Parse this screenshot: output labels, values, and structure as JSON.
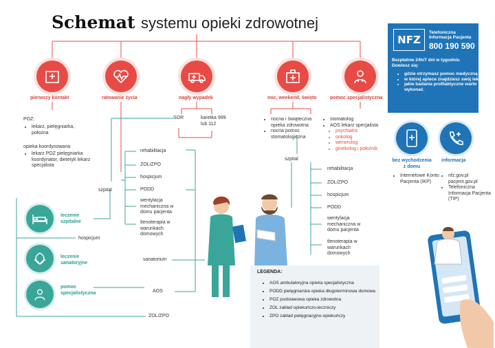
{
  "title": {
    "bold": "Schemat",
    "regular": "systemu opieki  zdrowotnej"
  },
  "top_categories": [
    {
      "label": "pierwszy kontakt",
      "icon": "clinic-icon"
    },
    {
      "label": "ratowanie życia",
      "icon": "heart-pulse-icon"
    },
    {
      "label": "nagły wypadek",
      "icon": "ambulance-icon"
    },
    {
      "label": "noc, weekend, święto",
      "icon": "first-aid-kit-icon"
    },
    {
      "label": "pomoc specjalistyczna",
      "icon": "doctor-icon"
    }
  ],
  "poz": {
    "label": "POZ:",
    "items": [
      "lekarz, pielęgniarka, położna"
    ]
  },
  "koordynowana": {
    "label": "opieka koordynowana",
    "items": [
      "lekarz POZ pielęgniarka koordynator, dietetyk lekarz specjalista"
    ]
  },
  "sor": "SOR",
  "karetka": "karetka 999 lub 112",
  "noc_items": [
    "nocna i świąteczna opieka zdrowotna",
    "nocna pomoc stomatologiczna"
  ],
  "specjalist_items": [
    "stomatolog",
    "AOS lekarz specjalista"
  ],
  "specjalist_sub": [
    "psychiatra",
    "onkolog",
    "wenerolog",
    "ginekolog i położnik"
  ],
  "szpital_left": "szpital",
  "szpital_right": "szpital",
  "left_outcomes": [
    "rehabilitacja",
    "ZOL/ZPO",
    "hospicjum",
    "PODD",
    "wentylacja mechaniczna w domu pacjenta",
    "tlenoterapia w warunkach domowych"
  ],
  "right_outcomes": [
    "rehabilitacja",
    "ZOL/ZPO",
    "hospicjum",
    "PODD",
    "wentylacja mechaniczna w domu pacjenta",
    "tlenoterapia w warunkach domowych"
  ],
  "side_categories": [
    {
      "label": "leczenie szpitalne",
      "icon": "hospital-bed-icon"
    },
    {
      "label": "leczenie sanatoryjne",
      "icon": "spa-icon"
    },
    {
      "label": "pomoc specjalistyczna",
      "icon": "doctor-icon"
    }
  ],
  "bottom_nodes": {
    "hospicjum": "hospicjum",
    "sanatorium": "sanatorium",
    "aos": "AOS",
    "zol": "ZOL/ZPO"
  },
  "nfz": {
    "logo": "NFZ",
    "header": "Telefoniczna Informacja Pacjenta",
    "phone": "800 190 590",
    "intro": "Bezpłatnie 24h/7 dni w tygodniu Dowiesz się:",
    "items": [
      "gdzie otrzymasz pomoc medyczną",
      "w której aptece znajdziesz swój lek",
      "jakie badania profilaktyczne warto wykonać."
    ]
  },
  "help": {
    "left_label": "bez wychodzenia z domu",
    "left_items": [
      "Internetowe Konto Pacjenta (IKP)"
    ],
    "right_label": "informacja",
    "right_items": [
      "nfz.gov.pl pacjent.gov.pl",
      "Telefoniczna Informacja Pacjenta (TIP)"
    ]
  },
  "legend": {
    "title": "LEGENDA:",
    "items": [
      "AOS ambulatoryjna opieka specjalistyczna",
      "PODD pielęgniarska opieka długoterminowa domowa",
      "POZ podstawowa opieka zdrowotna",
      "ZOL zakład opiekuńczo-leczniczy",
      "ZPO zakład pielęgnacyjno-opiekuńczy"
    ]
  },
  "colors": {
    "red": "#e84b45",
    "teal": "#3aa69a",
    "blue": "#1e74b7"
  }
}
